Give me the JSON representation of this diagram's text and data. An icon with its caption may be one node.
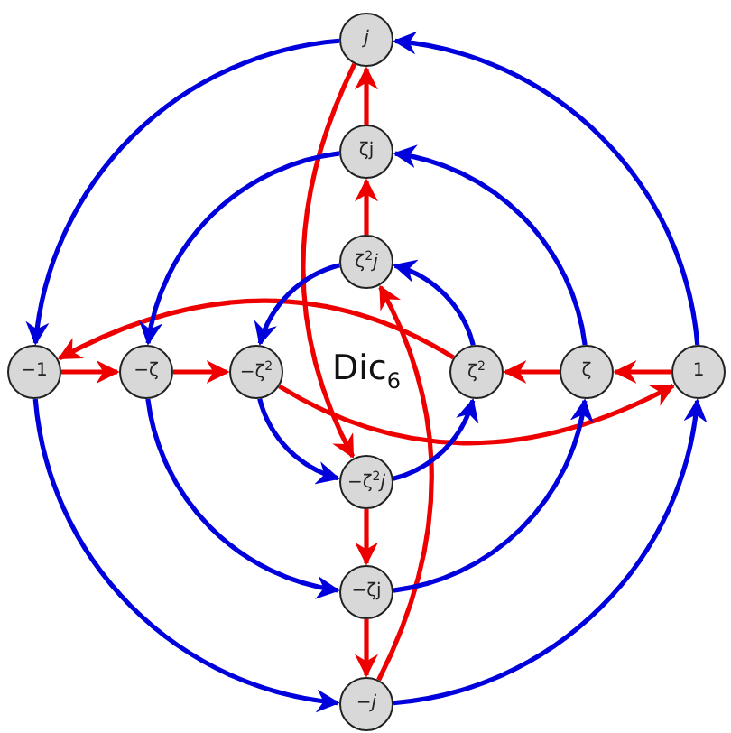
{
  "diagram": {
    "nodes": [
      {
        "text": [
          "*j*"
        ]
      },
      {
        "text": [
          "ζj"
        ]
      },
      {
        "text": [
          "ζ$^{2}$*j*"
        ]
      },
      {
        "text": [
          "−1"
        ]
      },
      {
        "text": [
          "−ζ"
        ]
      },
      {
        "text": [
          "−ζ$^{2}$"
        ]
      },
      {
        "text": [
          "ζ$^{2}$"
        ]
      },
      {
        "text": [
          "ζ"
        ]
      },
      {
        "text": [
          "1"
        ]
      },
      {
        "text": [
          "−ζ$^{2}$*j*"
        ]
      },
      {
        "text": [
          "−ζj"
        ]
      },
      {
        "text": [
          "−*j*"
        ]
      }
    ],
    "edges": [
      {
        "from": 2,
        "to": 1,
        "arrow": "to",
        "color": "#ee0000"
      },
      {
        "from": 1,
        "to": 0,
        "arrow": "to",
        "color": "#ee0000"
      },
      {
        "from": 3,
        "to": 4,
        "arrow": "to",
        "color": "#ee0000"
      },
      {
        "from": 4,
        "to": 5,
        "arrow": "to",
        "color": "#ee0000"
      },
      {
        "from": 8,
        "to": 7,
        "arrow": "to",
        "color": "#ee0000"
      },
      {
        "from": 7,
        "to": 6,
        "arrow": "to",
        "color": "#ee0000"
      },
      {
        "from": 9,
        "to": 10,
        "arrow": "to",
        "color": "#ee0000"
      },
      {
        "from": 10,
        "to": 11,
        "arrow": "to",
        "color": "#ee0000"
      },
      {
        "from": 6,
        "to": 3,
        "arrow": "to",
        "color": "#ee0000"
      },
      {
        "from": 5,
        "to": 8,
        "arrow": "to",
        "color": "#ee0000"
      },
      {
        "from": 0,
        "to": 9,
        "arrow": "to",
        "color": "#ee0000"
      },
      {
        "from": 11,
        "to": 2,
        "arrow": "to",
        "color": "#ee0000"
      },
      {
        "from": 0,
        "to": 3,
        "arrow": "to",
        "color": "#0000dd"
      },
      {
        "from": 8,
        "to": 0,
        "arrow": "to",
        "color": "#0000dd"
      },
      {
        "from": 1,
        "to": 4,
        "arrow": "to",
        "color": "#0000dd"
      },
      {
        "from": 7,
        "to": 1,
        "arrow": "to",
        "color": "#0000dd"
      },
      {
        "from": 2,
        "to": 5,
        "arrow": "to",
        "color": "#0000dd"
      },
      {
        "from": 6,
        "to": 2,
        "arrow": "to",
        "color": "#0000dd"
      },
      {
        "from": 3,
        "to": 11,
        "arrow": "to",
        "color": "#0000dd"
      },
      {
        "from": 11,
        "to": 8,
        "arrow": "to",
        "color": "#0000dd"
      },
      {
        "from": 4,
        "to": 10,
        "arrow": "to",
        "color": "#0000dd"
      },
      {
        "from": 10,
        "to": 7,
        "arrow": "to",
        "color": "#0000dd"
      },
      {
        "from": 5,
        "to": 9,
        "arrow": "to",
        "color": "#0000dd"
      },
      {
        "from": 9,
        "to": 6,
        "arrow": "to",
        "color": "#0000dd"
      }
    ],
    "labels": [
      "Dic$_{6}$"
    ]
  }
}
